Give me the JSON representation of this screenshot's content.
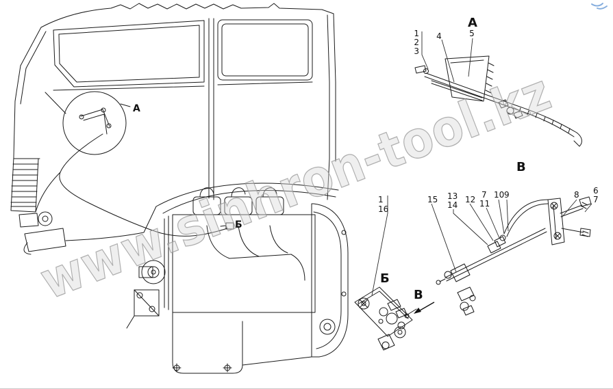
{
  "watermark": {
    "text": "www.sinhron-tool.kz"
  },
  "colors": {
    "line": "#1a1a1a",
    "watermark_fill": "#d9d9d9",
    "watermark_stroke": "#979797",
    "pen_mark": "#86aede"
  },
  "main_view": {
    "circle_label": "А",
    "harness_label": "Б"
  },
  "detail_a": {
    "title": "А",
    "callouts": [
      "1",
      "2",
      "3",
      "4",
      "5"
    ]
  },
  "detail_v": {
    "title": "В",
    "callouts": [
      "15",
      "13",
      "14",
      "12",
      "7",
      "11",
      "10",
      "9",
      "8",
      "6",
      "7"
    ]
  },
  "detail_b": {
    "title": "Б",
    "callouts": [
      "1",
      "16"
    ],
    "arrow_label": "В"
  }
}
